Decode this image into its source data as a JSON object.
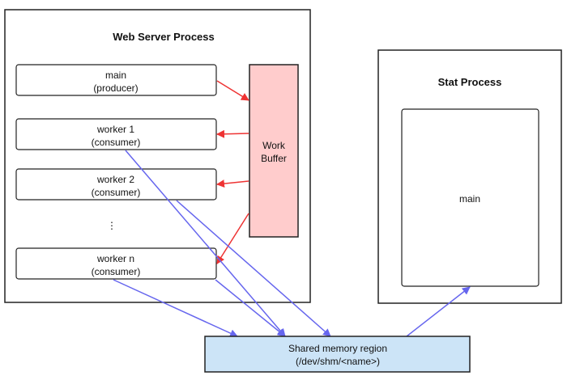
{
  "web_server": {
    "title": "Web Server Process",
    "threads": [
      {
        "name": "main",
        "role": "(producer)"
      },
      {
        "name": "worker 1",
        "role": "(consumer)"
      },
      {
        "name": "worker 2",
        "role": "(consumer)"
      },
      {
        "name": "worker n",
        "role": "(consumer)"
      }
    ],
    "ellipsis": "⋮",
    "work_buffer": {
      "line1": "Work",
      "line2": "Buffer"
    }
  },
  "stat_process": {
    "title": "Stat Process",
    "main": "main"
  },
  "shared_memory": {
    "line1": "Shared memory region",
    "line2": "(/dev/shm/<name>)"
  },
  "colors": {
    "red_arrow": "#ee3333",
    "blue_arrow": "#6666ee",
    "work_buffer_fill": "#ffcccc",
    "shared_memory_fill": "#cce4f7",
    "border": "#222222"
  }
}
